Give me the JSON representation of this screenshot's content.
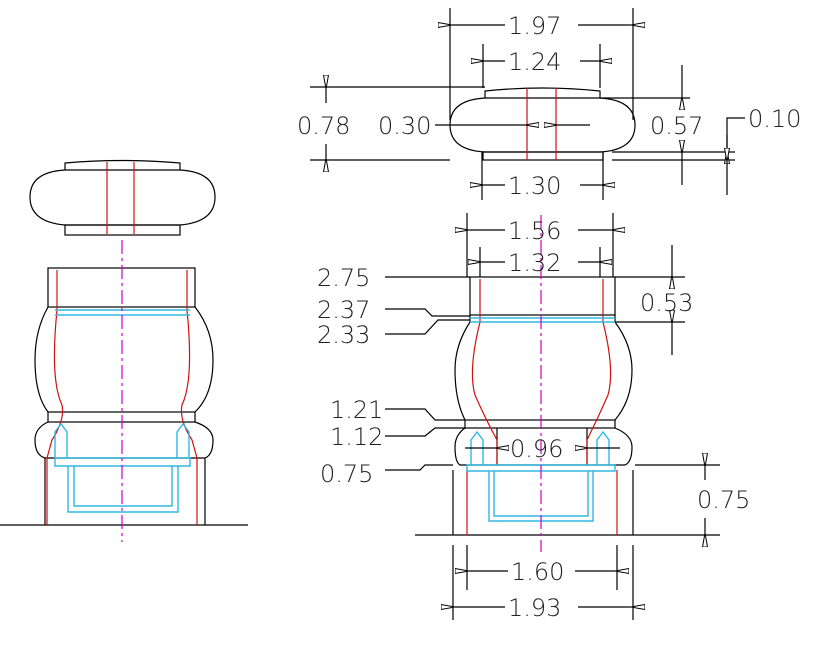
{
  "colors": {
    "outline": "#000000",
    "hidden": "#d01010",
    "inner": "#30b8e0",
    "centerline": "#cc00cc"
  },
  "dimensions": {
    "cap_outer_width": "1.97",
    "cap_top_width": "1.24",
    "cap_bottom_width": "1.30",
    "cap_height": "0.78",
    "cap_slot": "0.30",
    "cap_body_height": "0.57",
    "cap_lip": "0.10",
    "body_outer_width": "1.56",
    "body_inner_width": "1.32",
    "level_top": "2.75",
    "level_2": "2.37",
    "level_3": "2.33",
    "rim_height": "0.53",
    "level_neck_top": "1.21",
    "level_neck_bottom": "1.12",
    "neck_width": "0.96",
    "level_base": "0.75",
    "base_height": "0.75",
    "base_inner_width": "1.60",
    "base_outer_width": "1.93"
  }
}
